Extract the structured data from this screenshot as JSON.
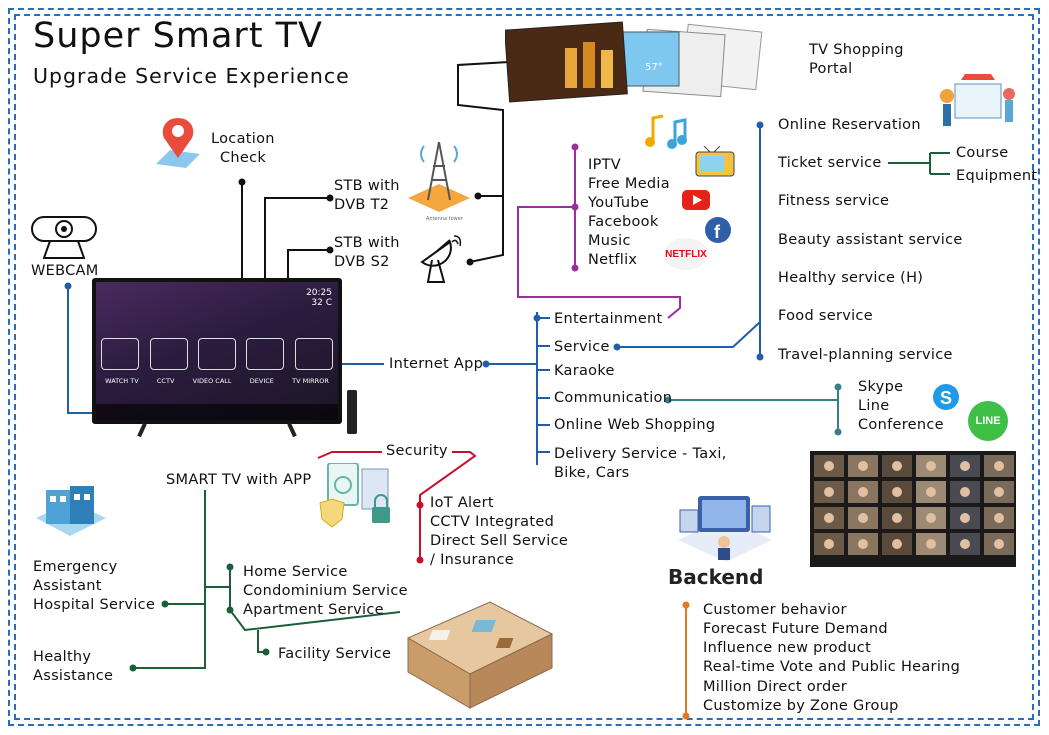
{
  "header": {
    "title": "Super Smart TV",
    "subtitle": "Upgrade Service Experience"
  },
  "inputs": {
    "location": "Location Check",
    "stb_t2": [
      "STB with",
      "DVB T2"
    ],
    "stb_s2": [
      "STB with",
      "DVB S2"
    ],
    "webcam": "WEBCAM",
    "tv_shopping": [
      "TV Shopping",
      "Portal"
    ],
    "tower_caption": "Antenna tower"
  },
  "tv": {
    "clock": "20:25",
    "temp": "32 C",
    "menu": [
      "WATCH TV",
      "CCTV",
      "VIDEO CALL",
      "DEVICE",
      "TV MIRROR"
    ]
  },
  "hub": {
    "internet_app": "Internet App",
    "smart_tv_app": "SMART TV with APP",
    "security": "Security",
    "backend": "Backend"
  },
  "entertainment": {
    "label": "Entertainment",
    "items": [
      "IPTV",
      "Free Media",
      "YouTube",
      "Facebook",
      "Music",
      "Netflix"
    ],
    "netflix_logo": "NETFLIX"
  },
  "service": {
    "label": "Service",
    "items": [
      "Online Reservation",
      "Ticket service",
      "Fitness service",
      "Beauty assistant service",
      "Healthy service (H)",
      "Food service",
      "Travel-planning service"
    ],
    "ticket_sub": [
      "Course",
      "Equipment"
    ]
  },
  "karaoke": "Karaoke",
  "communication": {
    "label": "Communication",
    "items": [
      "Skype",
      "Line",
      "Conference"
    ],
    "line_logo": "LINE"
  },
  "online_web_shopping": "Online Web Shopping",
  "delivery": [
    "Delivery Service - Taxi,",
    "Bike, Cars"
  ],
  "security_items": [
    "IoT Alert",
    "CCTV Integrated",
    "Direct Sell Service",
    "/ Insurance"
  ],
  "smart_tv_services": {
    "emergency": [
      "Emergency",
      "Assistant",
      "Hospital Service"
    ],
    "healthy": [
      "Healthy",
      "Assistance"
    ],
    "home": [
      "Home Service",
      "Condominium Service",
      "Apartment Service"
    ],
    "facility": "Facility Service"
  },
  "backend_items": [
    "Customer behavior",
    "Forecast Future Demand",
    "Influence new product",
    "Real-time Vote and Public Hearing",
    "Million Direct order",
    "Customize by Zone Group"
  ],
  "colors": {
    "frame": "#2a6db8",
    "service_line": "#1f5fa8",
    "entertainment_line": "#9b2f9b",
    "security_line": "#c8102e",
    "smart_line": "#1d5e3a",
    "backend_line": "#e07a1f",
    "comm_line": "#3a7d8a"
  }
}
